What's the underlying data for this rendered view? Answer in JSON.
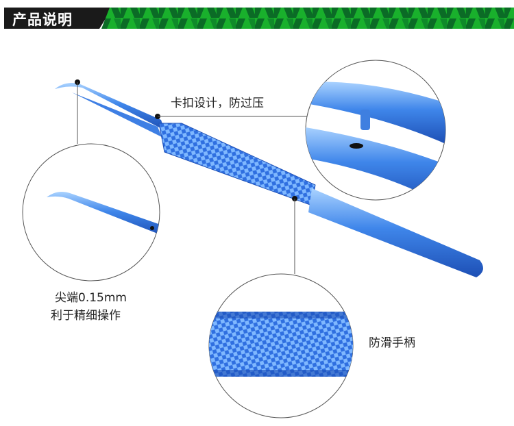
{
  "header": {
    "title": "产品说明",
    "accent_color": "#16a82a",
    "dark_green": "#0a6a25"
  },
  "callouts": {
    "clip": "卡扣设计，防过压",
    "tip_line1": "尖端0.15mm",
    "tip_line2": "利于精细操作",
    "handle": "防滑手柄"
  },
  "colors": {
    "metal": "#3a78e0",
    "metal_light": "#8fc0ff",
    "line": "#555555"
  }
}
